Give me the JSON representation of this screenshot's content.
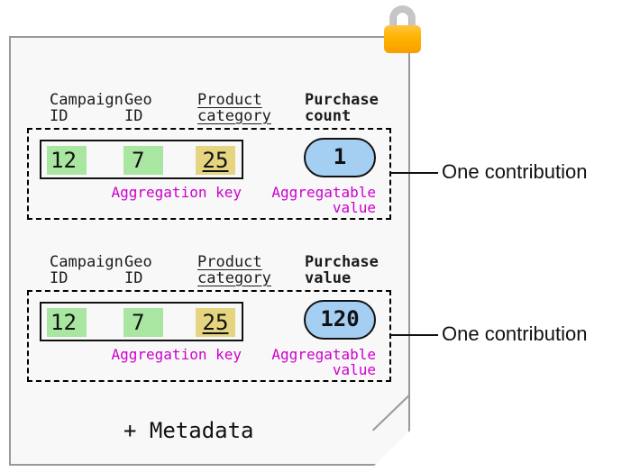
{
  "lock": {
    "icon": "lock"
  },
  "card": {
    "metadata_label": "+ Metadata"
  },
  "sections": [
    {
      "columns": {
        "campaign": "Campaign\nID",
        "geo": "Geo\nID",
        "product": "Product\ncategory",
        "measure": "Purchase\ncount"
      },
      "key_cells": [
        "12",
        "7",
        "25"
      ],
      "aggregation_key_label": "Aggregation key",
      "aggregatable_value": "1",
      "aggregatable_value_label": "Aggregatable\nvalue",
      "annotation": "One contribution"
    },
    {
      "columns": {
        "campaign": "Campaign\nID",
        "geo": "Geo\nID",
        "product": "Product\ncategory",
        "measure": "Purchase\nvalue"
      },
      "key_cells": [
        "12",
        "7",
        "25"
      ],
      "aggregation_key_label": "Aggregation key",
      "aggregatable_value": "120",
      "aggregatable_value_label": "Aggregatable\nvalue",
      "annotation": "One contribution"
    }
  ],
  "colors": {
    "key_cell_green": "#a8e6a1",
    "key_cell_yellow": "#e5d580",
    "value_pill_blue": "#a5cef3",
    "label_magenta": "#cc00cc",
    "lock_body_orange": "#ffb300",
    "lock_shackle_gray": "#c6c6c6",
    "card_background": "#f8f8f8",
    "card_border": "#999999"
  }
}
